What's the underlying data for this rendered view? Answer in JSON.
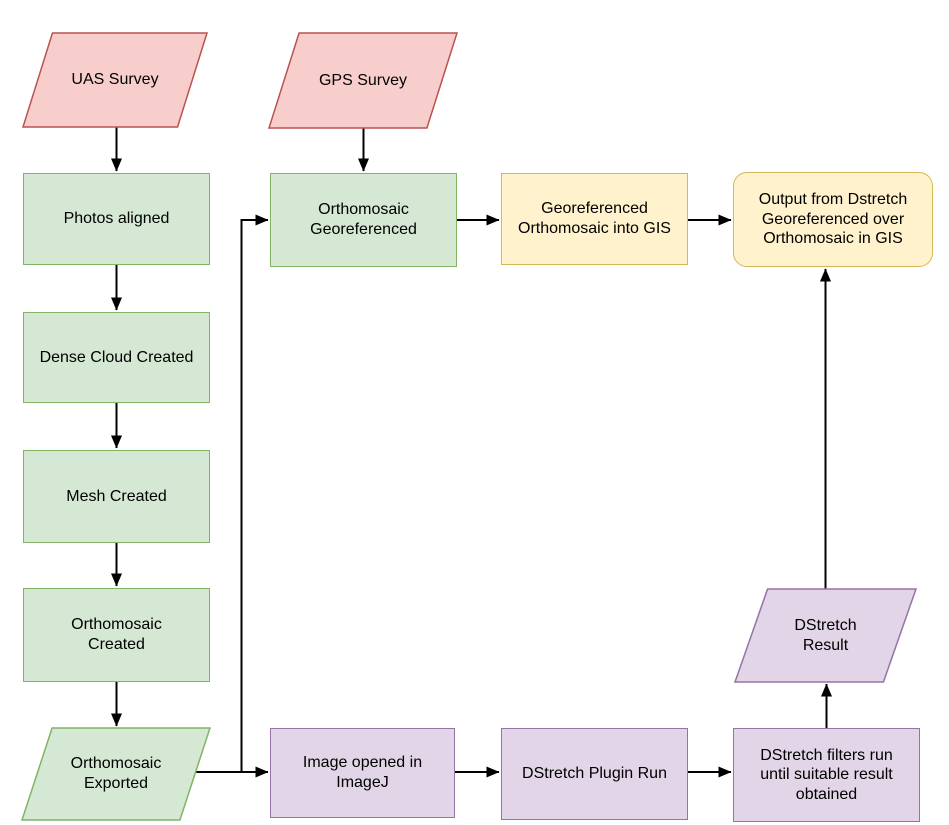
{
  "palette": {
    "background": "#ffffff",
    "connector": "#000000",
    "text": "#000000",
    "input_pink": {
      "fill": "#f8cecc",
      "stroke": "#b85450"
    },
    "process_green": {
      "fill": "#d5e8d4",
      "stroke": "#82b366"
    },
    "gis_yellow": {
      "fill": "#fff2cc",
      "stroke": "#d6b656"
    },
    "dstretch_purple": {
      "fill": "#e1d5e7",
      "stroke": "#9673a6"
    }
  },
  "nodes": {
    "uas_survey": {
      "label": "UAS Survey",
      "shape": "parallelogram",
      "color": "pink"
    },
    "gps_survey": {
      "label": "GPS Survey",
      "shape": "parallelogram",
      "color": "pink"
    },
    "photos_aligned": {
      "label": "Photos aligned",
      "shape": "rectangle",
      "color": "green"
    },
    "dense_cloud": {
      "label": "Dense Cloud Created",
      "shape": "rectangle",
      "color": "green"
    },
    "mesh_created": {
      "label": "Mesh Created",
      "shape": "rectangle",
      "color": "green"
    },
    "ortho_created": {
      "label": "Orthomosaic\nCreated",
      "shape": "rectangle",
      "color": "green"
    },
    "ortho_exported": {
      "label": "Orthomosaic\nExported",
      "shape": "parallelogram",
      "color": "green"
    },
    "ortho_georef": {
      "label": "Orthomosaic\nGeoreferenced",
      "shape": "rectangle",
      "color": "green"
    },
    "georef_into_gis": {
      "label": "Georeferenced\nOrthomosaic into GIS",
      "shape": "rectangle",
      "color": "yellow"
    },
    "output_dstretch": {
      "label": "Output from Dstretch\nGeoreferenced over\nOrthomosaic in GIS",
      "shape": "rounded-rectangle",
      "color": "yellow"
    },
    "image_imagej": {
      "label": "Image opened in\nImageJ",
      "shape": "rectangle",
      "color": "purple"
    },
    "dstretch_plugin": {
      "label": "DStretch Plugin Run",
      "shape": "rectangle",
      "color": "purple"
    },
    "dstretch_filters": {
      "label": "DStretch filters run\nuntil suitable result\nobtained",
      "shape": "rectangle",
      "color": "purple"
    },
    "dstretch_result": {
      "label": "DStretch\nResult",
      "shape": "parallelogram",
      "color": "purple"
    }
  },
  "edges": [
    {
      "from": "uas_survey",
      "to": "photos_aligned"
    },
    {
      "from": "photos_aligned",
      "to": "dense_cloud"
    },
    {
      "from": "dense_cloud",
      "to": "mesh_created"
    },
    {
      "from": "mesh_created",
      "to": "ortho_created"
    },
    {
      "from": "ortho_created",
      "to": "ortho_exported"
    },
    {
      "from": "gps_survey",
      "to": "ortho_georef"
    },
    {
      "from": "ortho_exported",
      "to": "ortho_georef"
    },
    {
      "from": "ortho_georef",
      "to": "georef_into_gis"
    },
    {
      "from": "georef_into_gis",
      "to": "output_dstretch"
    },
    {
      "from": "ortho_exported",
      "to": "image_imagej"
    },
    {
      "from": "image_imagej",
      "to": "dstretch_plugin"
    },
    {
      "from": "dstretch_plugin",
      "to": "dstretch_filters"
    },
    {
      "from": "dstretch_filters",
      "to": "dstretch_result"
    },
    {
      "from": "dstretch_result",
      "to": "output_dstretch"
    }
  ]
}
